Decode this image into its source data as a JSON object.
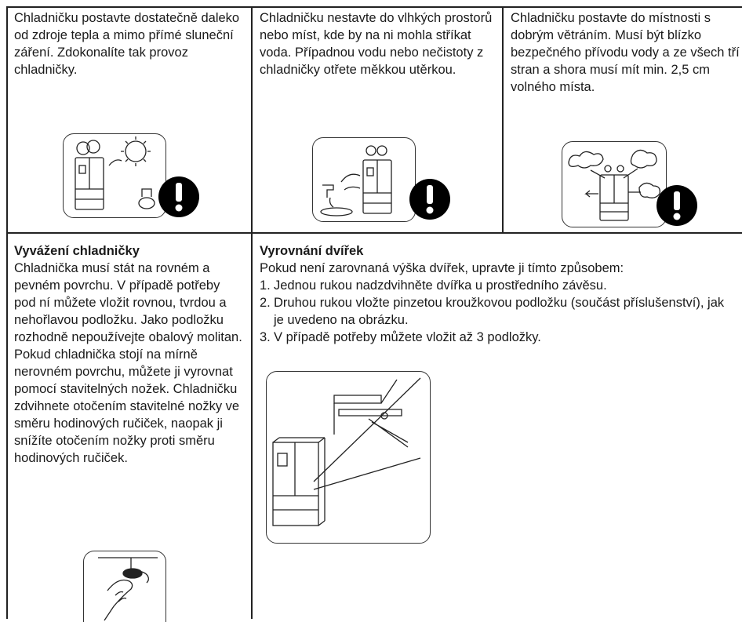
{
  "top": [
    {
      "text": "Chladničku postavte dostatečně daleko od zdroje tepla a mimo přímé sluneční záření. Zdokonalíte tak provoz chladničky."
    },
    {
      "text": "Chladničku nestavte do vlhkých prostorů nebo míst, kde by na ni mohla stříkat voda. Případnou vodu nebo nečistoty z chladničky otřete měkkou utěrkou."
    },
    {
      "text": "Chladničku postavte do místnosti s dobrým větráním. Musí být blízko bezpečného přívodu vody a ze všech tří stran a shora musí mít min. 2,5 cm volného místa."
    }
  ],
  "leveling": {
    "heading": "Vyvážení chladničky",
    "body": "Chladnička musí stát na rovném a pevném povrchu. V případě potřeby pod ní můžete vložit rovnou, tvrdou a nehořlavou podložku. Jako podložku rozhodně nepoužívejte obalový molitan. Pokud chladnička stojí na mírně nerovném povrchu, můžete ji vyrovnat pomocí stavitelných nožek. Chladničku zdvihnete otočením stavitelné nožky ve směru hodinových ručiček, naopak ji snížíte otočením nožky proti směru hodinových ručiček."
  },
  "doors": {
    "heading": "Vyrovnání dvířek",
    "intro": "Pokud není zarovnaná výška dvířek, upravte ji tímto způsobem:",
    "steps": [
      {
        "num": "1.",
        "text": "Jednou rukou nadzdvihněte dvířka u prostředního závěsu."
      },
      {
        "num": "2.",
        "text": "Druhou rukou vložte pinzetou kroužkovou podložku (součást příslušenství), jak je uvedeno na obrázku."
      },
      {
        "num": "3.",
        "text": "V případě potřeby můžete vložit až 3 podložky."
      }
    ]
  },
  "icons": [
    "warning-icon",
    "fridge-icon",
    "sun-icon",
    "water-tap-icon",
    "ventilation-icon",
    "foot-adjust-icon",
    "pliers-icon"
  ],
  "colors": {
    "line": "#222222",
    "warning": "#000000"
  }
}
